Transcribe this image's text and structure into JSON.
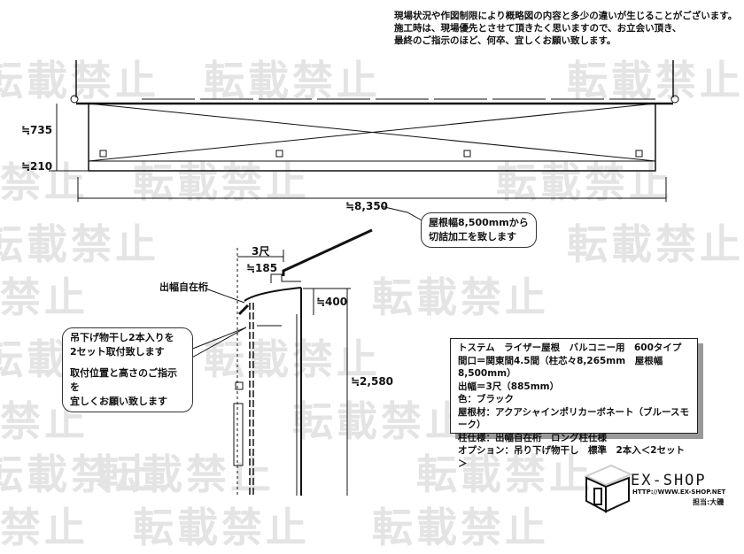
{
  "watermark": "転載禁止",
  "notice": [
    "現場状況や作図制限により概略図の内容と多少の違いが生じることがございます。",
    "施工時は、現場優先とさせて頂きたく思いますので、お立会い頂き、",
    "最終のご指示のほど、何卒、宜しくお願い致します。"
  ],
  "plan_view": {
    "dim_depth": "≒735",
    "dim_post": "≒210",
    "dim_width": "≒8,350"
  },
  "callout_cut": [
    "屋根幅8,500mmから",
    "切詰加工を致します"
  ],
  "side_view": {
    "dim_projection": "3尺",
    "dim_offset": "≒185",
    "dim_drop": "≒400",
    "dim_height": "≒2,580",
    "beam_label": "出幅自在桁"
  },
  "callout_hanger": [
    "吊下げ物干し2本入りを",
    "2セット取付致します",
    "取付位置と高さのご指示を",
    "宜しくお願い致します"
  ],
  "spec": [
    "トステム　ライザー屋根　バルコニー用　600タイプ",
    "間口＝関東間4.5間（柱芯々8,265mm　屋根幅8,500mm）",
    "出幅＝3尺（885mm）",
    "色：ブラック",
    "屋根材：アクアシャインポリカーボネート（ブルースモーク）",
    "柱仕様：出幅自在桁　ロング柱仕様",
    "オプション：吊り下げ物干し　標準　2本入＜2セット＞"
  ],
  "logo": {
    "name": "EX-SHOP",
    "url": "HTTP://WWW.EX-SHOP.NET",
    "staff": "担当:大磯"
  }
}
